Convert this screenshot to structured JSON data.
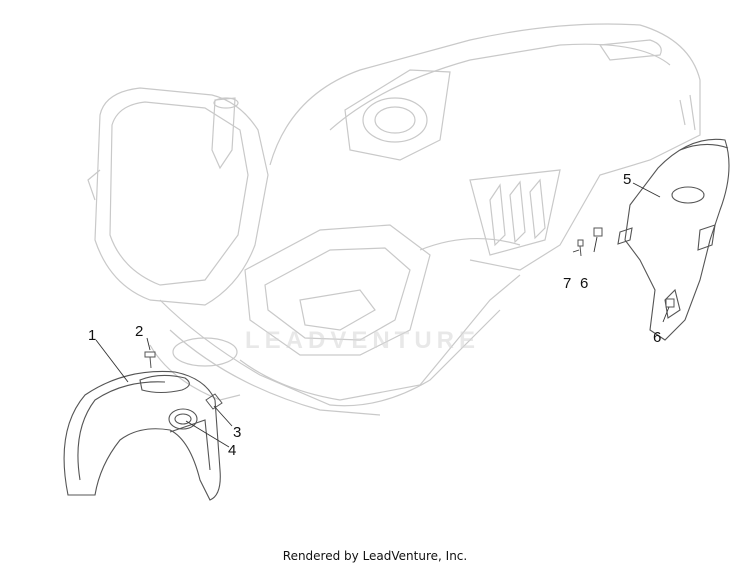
{
  "callouts": [
    {
      "id": "1",
      "label": "1"
    },
    {
      "id": "2",
      "label": "2"
    },
    {
      "id": "3",
      "label": "3"
    },
    {
      "id": "4",
      "label": "4"
    },
    {
      "id": "5",
      "label": "5"
    },
    {
      "id": "6a",
      "label": "6"
    },
    {
      "id": "7",
      "label": "7"
    },
    {
      "id": "6b",
      "label": "6"
    }
  ],
  "watermark": "LEADVENTURE",
  "footer": "Rendered by LeadVenture, Inc.",
  "colors": {
    "line": "#c9c9c9",
    "dark_line": "#555555",
    "background": "#ffffff"
  }
}
